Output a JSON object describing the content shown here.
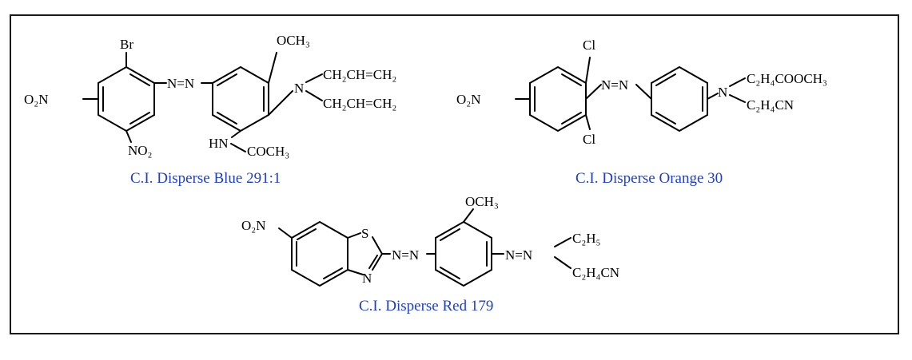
{
  "figure": {
    "molecules": [
      {
        "caption": "C.I. Disperse Blue 291:1",
        "labels": {
          "o2n": "O₂N",
          "br": "Br",
          "no2": "NO₂",
          "azo": "N=N",
          "och3": "OCH₃",
          "n": "N",
          "allyl1": "CH₂CH=CH₂",
          "allyl2": "CH₂CH=CH₂",
          "hn": "HN",
          "coch3": "COCH₃"
        }
      },
      {
        "caption": "C.I. Disperse Orange 30",
        "labels": {
          "o2n": "O₂N",
          "cl_top": "Cl",
          "cl_bottom": "Cl",
          "azo": "N=N",
          "n": "N",
          "ester": "C₂H₄COOCH₃",
          "cyano": "C₂H₄CN"
        }
      },
      {
        "caption": "C.I. Disperse Red 179",
        "labels": {
          "o2n": "O₂N",
          "s": "S",
          "n_ring": "N",
          "azo1": "N=N",
          "och3": "OCH₃",
          "azo2": "N=N",
          "ethyl": "C₂H₅",
          "cyano": "C₂H₄CN"
        }
      }
    ]
  }
}
